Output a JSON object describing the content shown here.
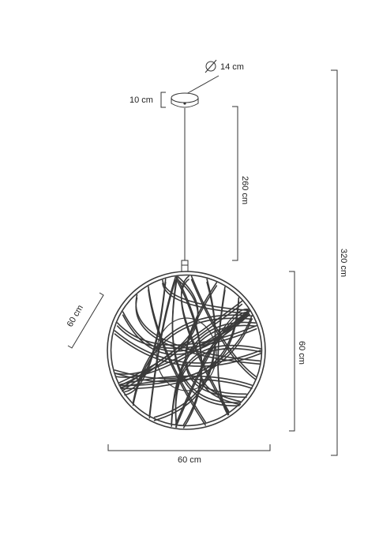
{
  "dimensions": {
    "canopy_diameter": "14 cm",
    "canopy_height": "10 cm",
    "cable_length": "260 cm",
    "total_height": "320 cm",
    "sphere_height": "60 cm",
    "sphere_width": "60 cm",
    "sphere_depth": "60 cm"
  },
  "colors": {
    "line": "#333333",
    "text": "#222222",
    "wire": "#3a3a3a"
  }
}
